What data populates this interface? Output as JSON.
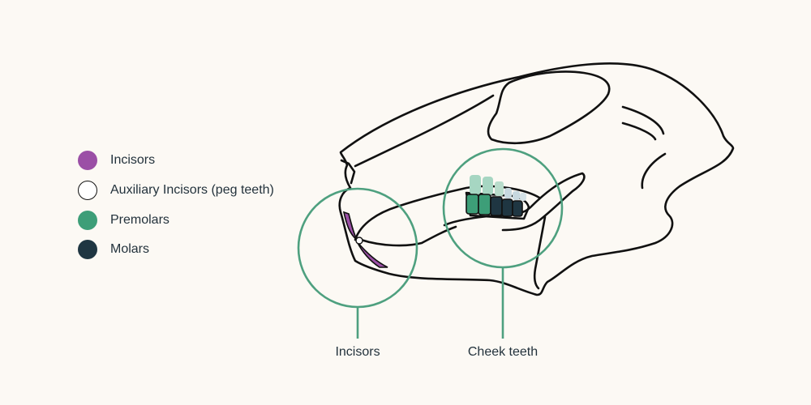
{
  "colors": {
    "background": "#fcf9f4",
    "outline": "#111111",
    "callout": "#4ea07f",
    "incisor": "#9b4fa6",
    "premolar": "#3d9e78",
    "molar": "#1f3642",
    "peg": "#ffffff"
  },
  "legend": {
    "items": [
      {
        "label": "Incisors",
        "color": "#9b4fa6",
        "icon": "filled-circle"
      },
      {
        "label": "Auxiliary Incisors (peg teeth)",
        "color": "#ffffff",
        "icon": "outlined-circle"
      },
      {
        "label": "Premolars",
        "color": "#3d9e78",
        "icon": "filled-circle"
      },
      {
        "label": "Molars",
        "color": "#1f3642",
        "icon": "filled-circle"
      }
    ]
  },
  "callouts": {
    "incisors": "Incisors",
    "cheek_teeth": "Cheek teeth"
  }
}
